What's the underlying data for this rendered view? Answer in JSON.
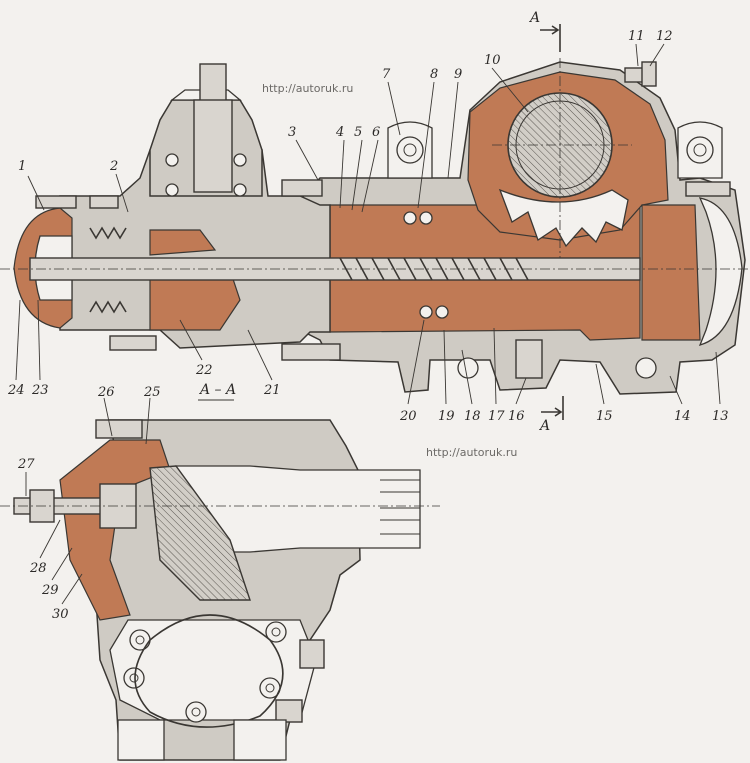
{
  "watermarks": [
    "http://autoruk.ru",
    "http://autoruk.ru"
  ],
  "section_label": "A – A",
  "section_marks": [
    "A",
    "A"
  ],
  "colors": {
    "cut_section": "#c07a55",
    "metal": "#d9d5cf",
    "ink": "#3a3733",
    "paper": "#f3f1ee"
  },
  "callouts": [
    "1",
    "2",
    "3",
    "4",
    "5",
    "6",
    "7",
    "8",
    "9",
    "10",
    "11",
    "12",
    "13",
    "14",
    "15",
    "16",
    "17",
    "18",
    "19",
    "20",
    "21",
    "22",
    "23",
    "24",
    "25",
    "26",
    "27",
    "28",
    "29",
    "30"
  ]
}
